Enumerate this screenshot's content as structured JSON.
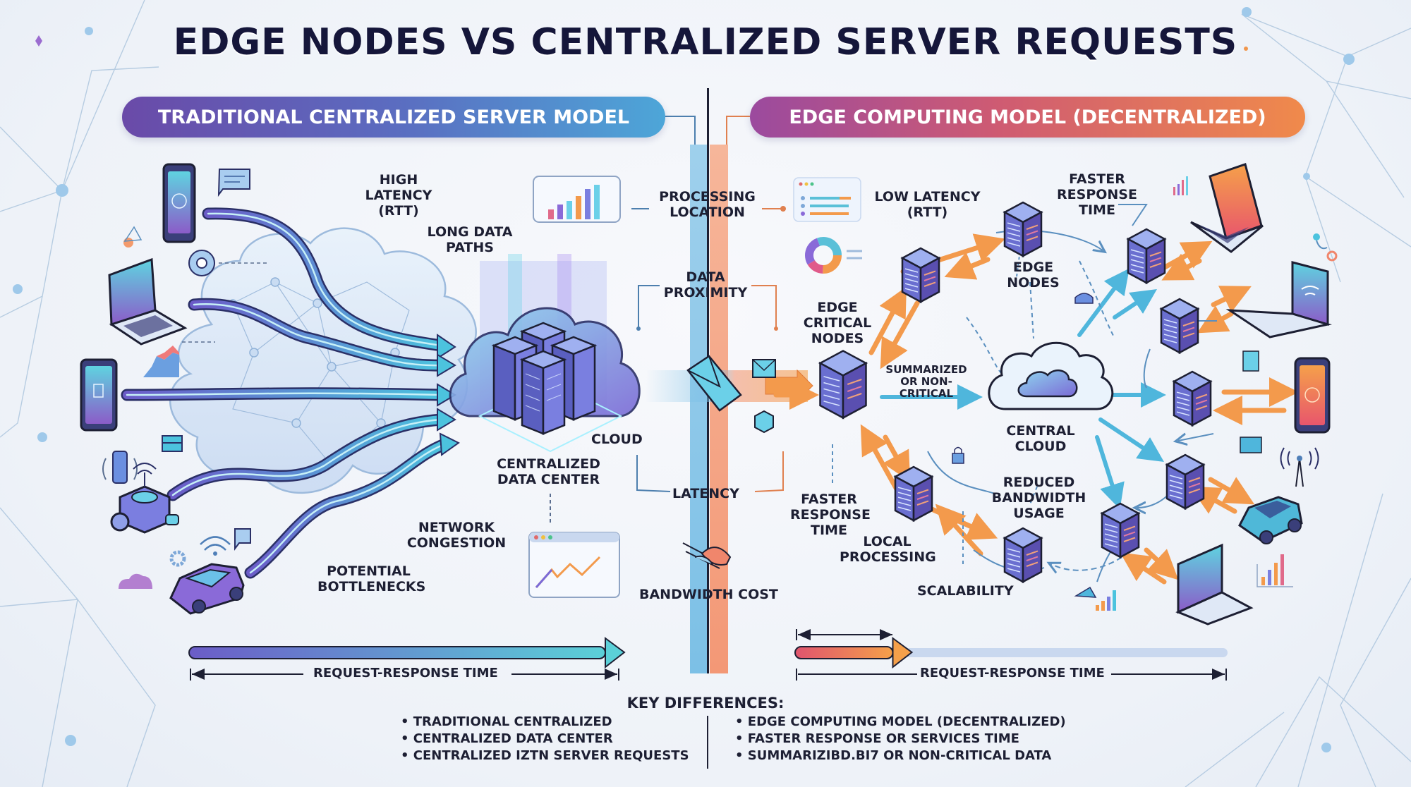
{
  "title": "EDGE NODES VS CENTRALIZED SERVER REQUESTS",
  "colors": {
    "accent_blue": "#4da6d8",
    "accent_purple": "#6a4aa8",
    "accent_orange": "#f08a4b",
    "accent_pink": "#cf5b72",
    "text_dark": "#15163a",
    "background": "#f1f4f9"
  },
  "left_model": {
    "banner": "TRADITIONAL CENTRALIZED SERVER MODEL",
    "labels": {
      "high_latency": "HIGH LATENCY (RTT)",
      "long_data_paths": "LONG DATA PATHS",
      "cloud": "CLOUD",
      "centralized_data_center": "CENTRALIZED DATA CENTER",
      "network_congestion": "NETWORK CONGESTION",
      "potential_bottlenecks": "POTENTIAL BOTTLENECKS"
    },
    "devices": [
      "smartphone-icon",
      "laptop-icon",
      "tablet-icon",
      "iot-camera-icon",
      "car-icon"
    ],
    "timeline_label": "REQUEST-RESPONSE TIME",
    "timeline_fill": 1.0
  },
  "center_comparison": {
    "processing_location": "PROCESSING LOCATION",
    "data_proximity": "DATA PROXIMITY",
    "latency": "LATENCY",
    "bandwidth_cost": "BANDWIDTH COST"
  },
  "right_model": {
    "banner": "EDGE COMPUTING MODEL (DECENTRALIZED)",
    "labels": {
      "low_latency": "LOW LATENCY (RTT)",
      "faster_response_top": "FASTER RESPONSE TIME",
      "edge_nodes": "EDGE NODES",
      "edge_critical_nodes": "EDGE CRITICAL NODES",
      "summarized": "SUMMARIZED OR NON-CRITICAL",
      "central_cloud": "CENTRAL CLOUD",
      "faster_response_bottom": "FASTER RESPONSE TIME",
      "local_processing": "LOCAL PROCESSING",
      "reduced_bandwidth": "REDUCED BANDWIDTH USAGE",
      "scalability": "SCALABILITY"
    },
    "devices": [
      "laptop-icon",
      "laptop-wifi-icon",
      "smartphone-icon",
      "car-icon",
      "laptop-icon"
    ],
    "timeline_label": "REQUEST-RESPONSE TIME",
    "timeline_fill": 0.27
  },
  "key_differences": {
    "heading": "KEY DIFFERENCES:",
    "left": [
      "TRADITIONAL CENTRALIZED",
      "CENTRALIZED DATA CENTER",
      "CENTRALIZED IZTN SERVER REQUESTS"
    ],
    "right": [
      "EDGE COMPUTING MODEL (DECENTRALIZED)",
      "FASTER RESPONSE OR SERVICES TIME",
      "SUMMARIZIBD.BI7 OR NON-CRITICAL DATA"
    ]
  }
}
